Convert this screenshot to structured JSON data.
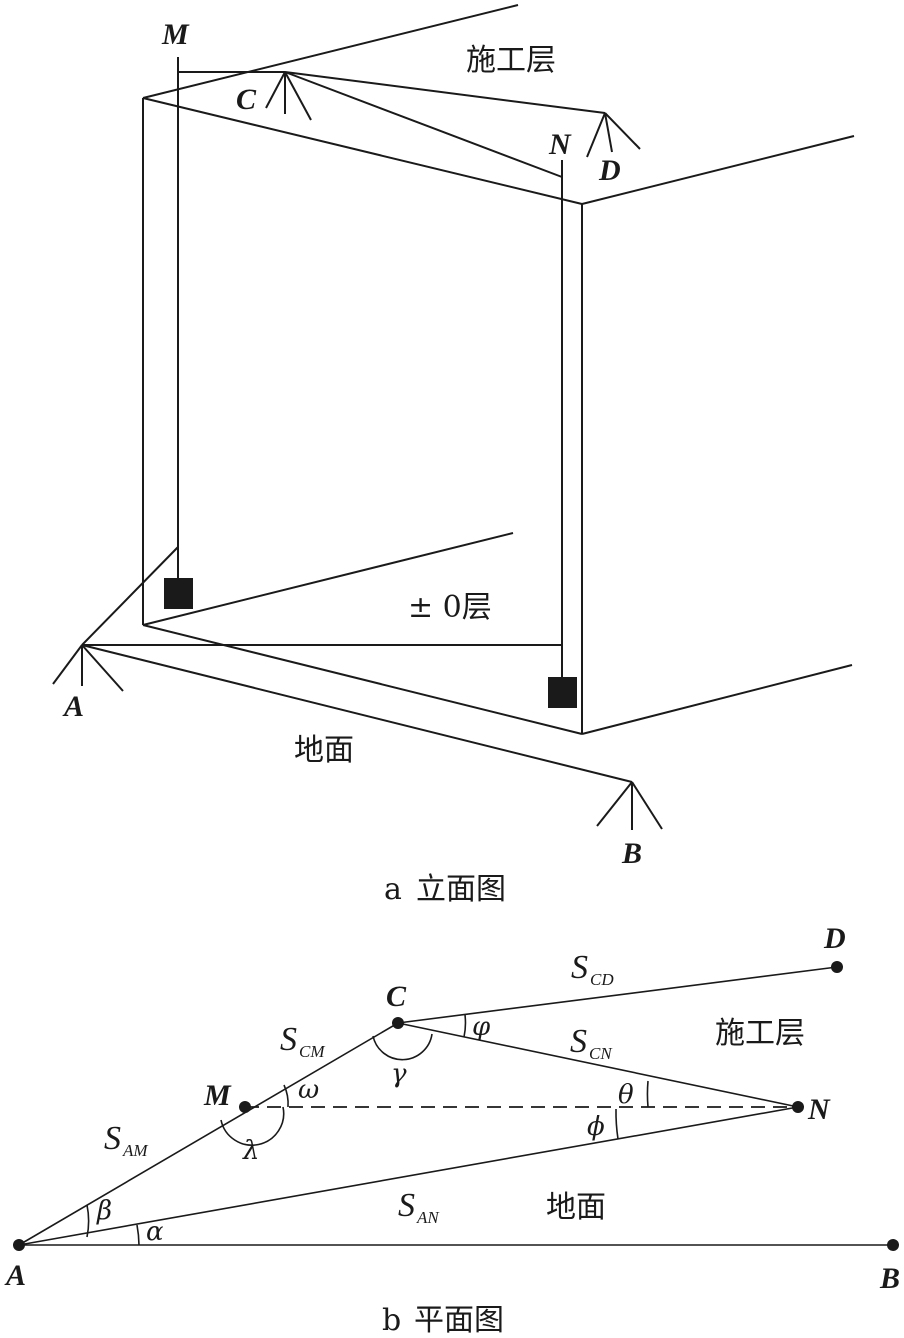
{
  "figure_a": {
    "caption_letter": "a",
    "caption_text": "立面图",
    "labels": {
      "M": "M",
      "C": "C",
      "N": "N",
      "D": "D",
      "A": "A",
      "B": "B"
    },
    "region_labels": {
      "construction_floor": "施工层",
      "zero_floor": "± 0层",
      "ground": "地面"
    }
  },
  "figure_b": {
    "caption_letter": "b",
    "caption_text": "平面图",
    "points": {
      "A": "A",
      "B": "B",
      "C": "C",
      "D": "D",
      "M": "M",
      "N": "N"
    },
    "distances": [
      {
        "main": "S",
        "sub": "CD"
      },
      {
        "main": "S",
        "sub": "CM"
      },
      {
        "main": "S",
        "sub": "CN"
      },
      {
        "main": "S",
        "sub": "AM"
      },
      {
        "main": "S",
        "sub": "AN"
      }
    ],
    "angles": {
      "alpha": "α",
      "beta": "β",
      "gamma": "γ",
      "phi_var": "φ",
      "omega": "ω",
      "theta": "θ",
      "phi": "ϕ",
      "lambda": "λ"
    },
    "region_labels": {
      "construction_floor": "施工层",
      "ground": "地面"
    }
  }
}
